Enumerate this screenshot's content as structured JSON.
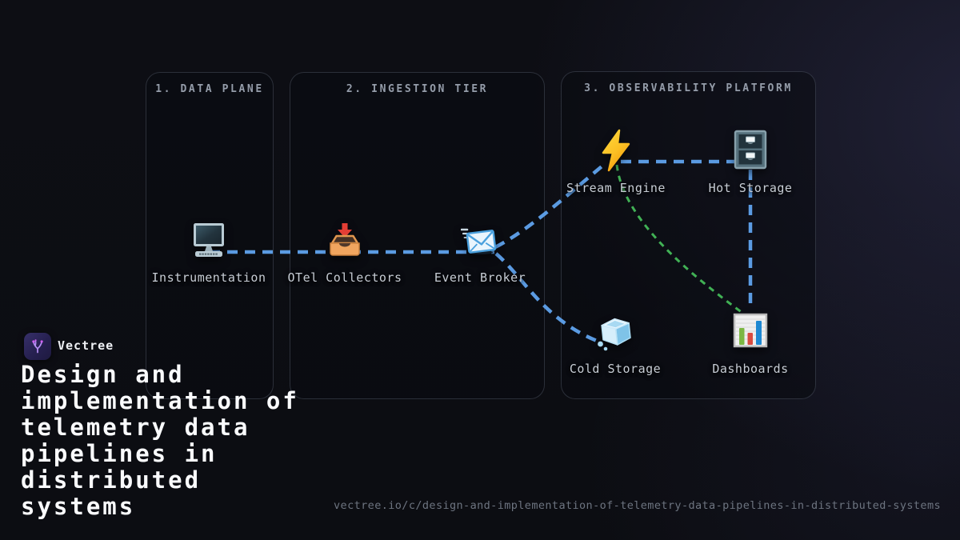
{
  "brand": {
    "name": "Vectree"
  },
  "heading": {
    "title": "Design and implementation of telemetry data pipelines in distributed systems",
    "lines": [
      "Design and",
      "implementation of",
      "telemetry data",
      "pipelines in",
      "distributed",
      "systems"
    ]
  },
  "footer": {
    "url": "vectree.io/c/design-and-implementation-of-telemetry-data-pipelines-in-distributed-systems"
  },
  "diagram": {
    "panels": [
      {
        "title": "1. DATA PLANE"
      },
      {
        "title": "2. INGESTION TIER"
      },
      {
        "title": "3. OBSERVABILITY PLATFORM"
      }
    ],
    "nodes": [
      {
        "label": "Instrumentation",
        "icon": "desktop-computer-icon",
        "panel": "1. DATA PLANE"
      },
      {
        "label": "OTel Collectors",
        "icon": "inbox-tray-icon",
        "panel": "2. INGESTION TIER"
      },
      {
        "label": "Event Broker",
        "icon": "incoming-envelope-icon",
        "panel": "2. INGESTION TIER"
      },
      {
        "label": "Stream Engine",
        "icon": "lightning-bolt-icon",
        "panel": "3. OBSERVABILITY PLATFORM"
      },
      {
        "label": "Hot Storage",
        "icon": "file-cabinet-icon",
        "panel": "3. OBSERVABILITY PLATFORM"
      },
      {
        "label": "Cold Storage",
        "icon": "ice-cube-icon",
        "panel": "3. OBSERVABILITY PLATFORM"
      },
      {
        "label": "Dashboards",
        "icon": "bar-chart-icon",
        "panel": "3. OBSERVABILITY PLATFORM"
      }
    ],
    "connections": [
      {
        "from": "Instrumentation",
        "to": "Event Broker",
        "style": "dashed",
        "color": "#5b9be2"
      },
      {
        "from": "Event Broker",
        "to": "Stream Engine",
        "style": "dashed",
        "color": "#5b9be2"
      },
      {
        "from": "Event Broker",
        "to": "Cold Storage",
        "style": "dashed",
        "color": "#5b9be2"
      },
      {
        "from": "Stream Engine",
        "to": "Hot Storage",
        "style": "dashed",
        "color": "#5b9be2"
      },
      {
        "from": "Hot Storage",
        "to": "Dashboards",
        "style": "dashed",
        "color": "#5b9be2"
      },
      {
        "from": "Stream Engine",
        "to": "Dashboards",
        "style": "dashed",
        "color": "#41b155"
      }
    ],
    "colors": {
      "link_blue": "#5b9be2",
      "link_green": "#41b155"
    }
  }
}
